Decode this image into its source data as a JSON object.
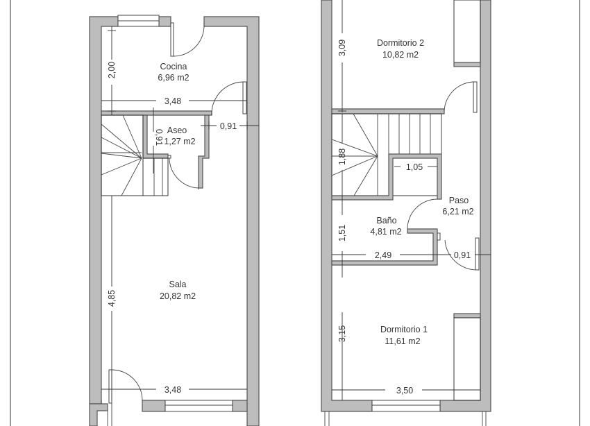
{
  "plans": {
    "ground_floor": {
      "rooms": [
        {
          "name": "Cocina",
          "area": "6,96 m2"
        },
        {
          "name": "Aseo",
          "area": "1,27 m2"
        },
        {
          "name": "Sala",
          "area": "20,82 m2"
        }
      ],
      "dimensions": {
        "cocina_height": "2,00",
        "cocina_width": "3,48",
        "aseo_height": "0,91",
        "aseo_passage": "0,91",
        "sala_height": "4,85",
        "sala_width": "3,48"
      }
    },
    "upper_floor": {
      "rooms": [
        {
          "name": "Dormitorio 2",
          "area": "10,82 m2"
        },
        {
          "name": "Paso",
          "area": "6,21 m2"
        },
        {
          "name": "Baño",
          "area": "4,81 m2"
        },
        {
          "name": "Dormitorio 1",
          "area": "11,61 m2"
        }
      ],
      "dimensions": {
        "dorm2_height": "3,09",
        "stair_height": "1,88",
        "bano_top_width": "1,05",
        "bano_height": "1,51",
        "bano_width": "2,49",
        "paso_passage": "0,91",
        "dorm1_height": "3,15",
        "dorm1_width": "3,50"
      }
    }
  },
  "colors": {
    "wall_fill": "#bdbdbd",
    "wall_stroke": "#555555",
    "line": "#333333",
    "background": "#ffffff"
  }
}
